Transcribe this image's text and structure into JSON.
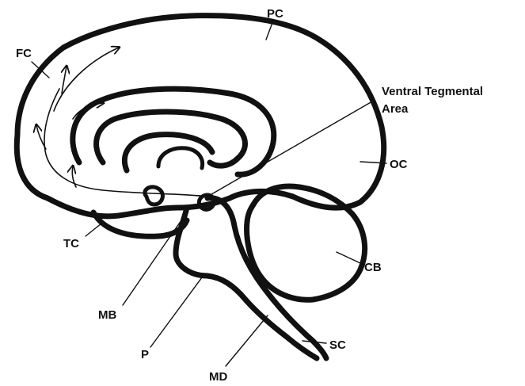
{
  "labels": {
    "fc": "FC",
    "pc": "PC",
    "vta_line1": "Ventral Tegmental",
    "vta_line2": "Area",
    "oc": "OC",
    "tc": "TC",
    "cb": "CB",
    "mb": "MB",
    "p": "P",
    "sc": "SC",
    "md": "MD"
  },
  "colors": {
    "ink": "#111111",
    "background": "#ffffff"
  }
}
